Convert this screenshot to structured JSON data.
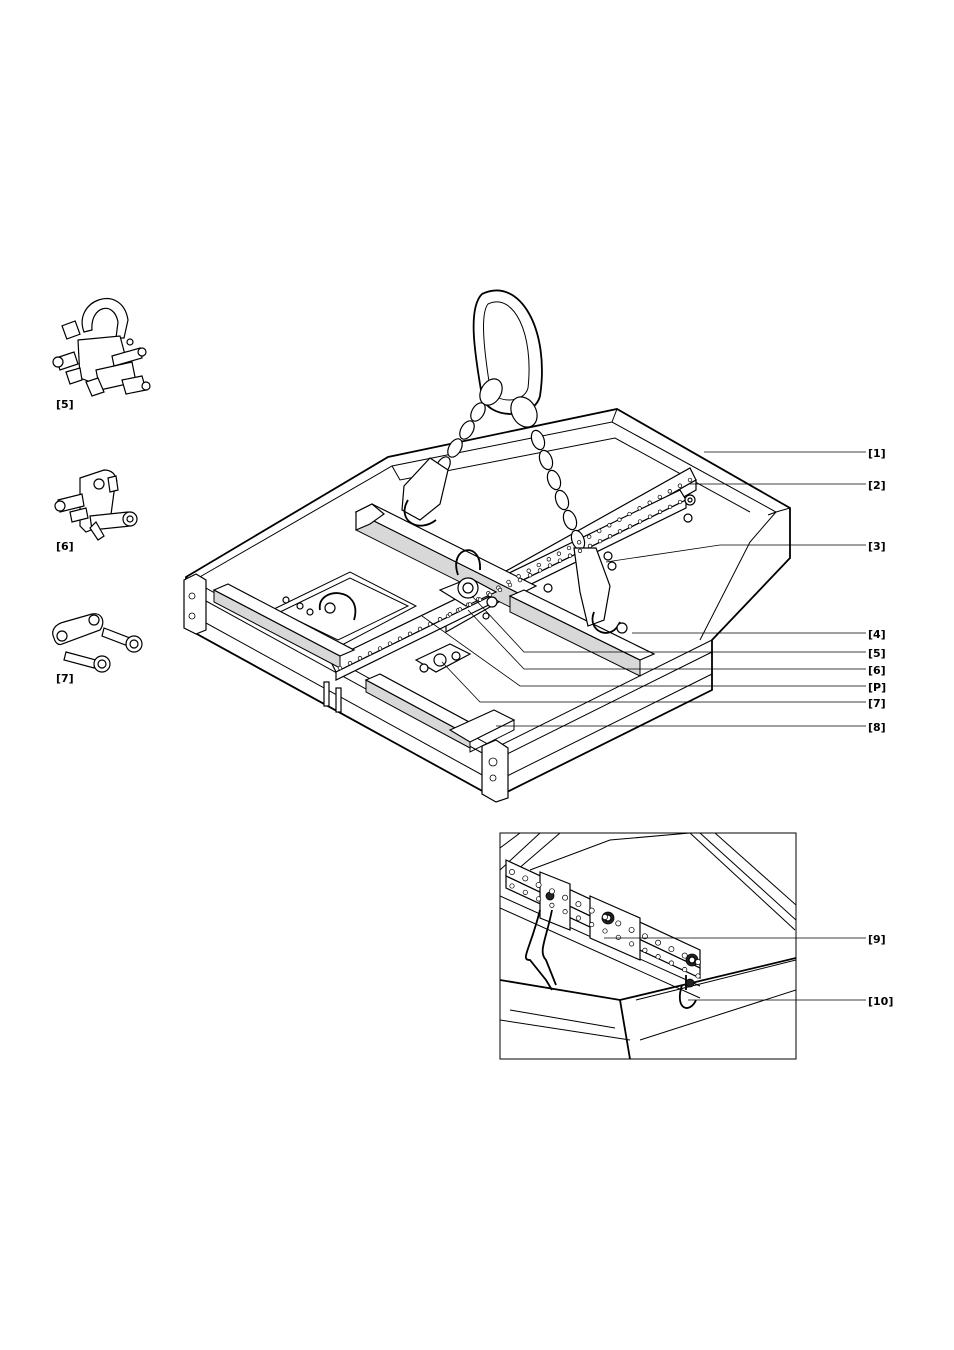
{
  "callouts": {
    "c1": "[1]",
    "c2": "[2]",
    "c3": "[3]",
    "c4": "[4]",
    "c5": "[5]",
    "c6": "[6]",
    "cP": "[P]",
    "c7": "[7]",
    "c8": "[8]",
    "c9": "[9]",
    "c10": "[10]"
  },
  "side_parts": {
    "part5": "[5]",
    "part6": "[6]",
    "part7": "[7]"
  },
  "icons": {
    "shackle": "shackle-icon",
    "pin_plate": "pin-plate-icon",
    "link_pins": "link-pins-icon",
    "frame": "flying-frame-icon",
    "detail": "detail-inset-icon"
  }
}
